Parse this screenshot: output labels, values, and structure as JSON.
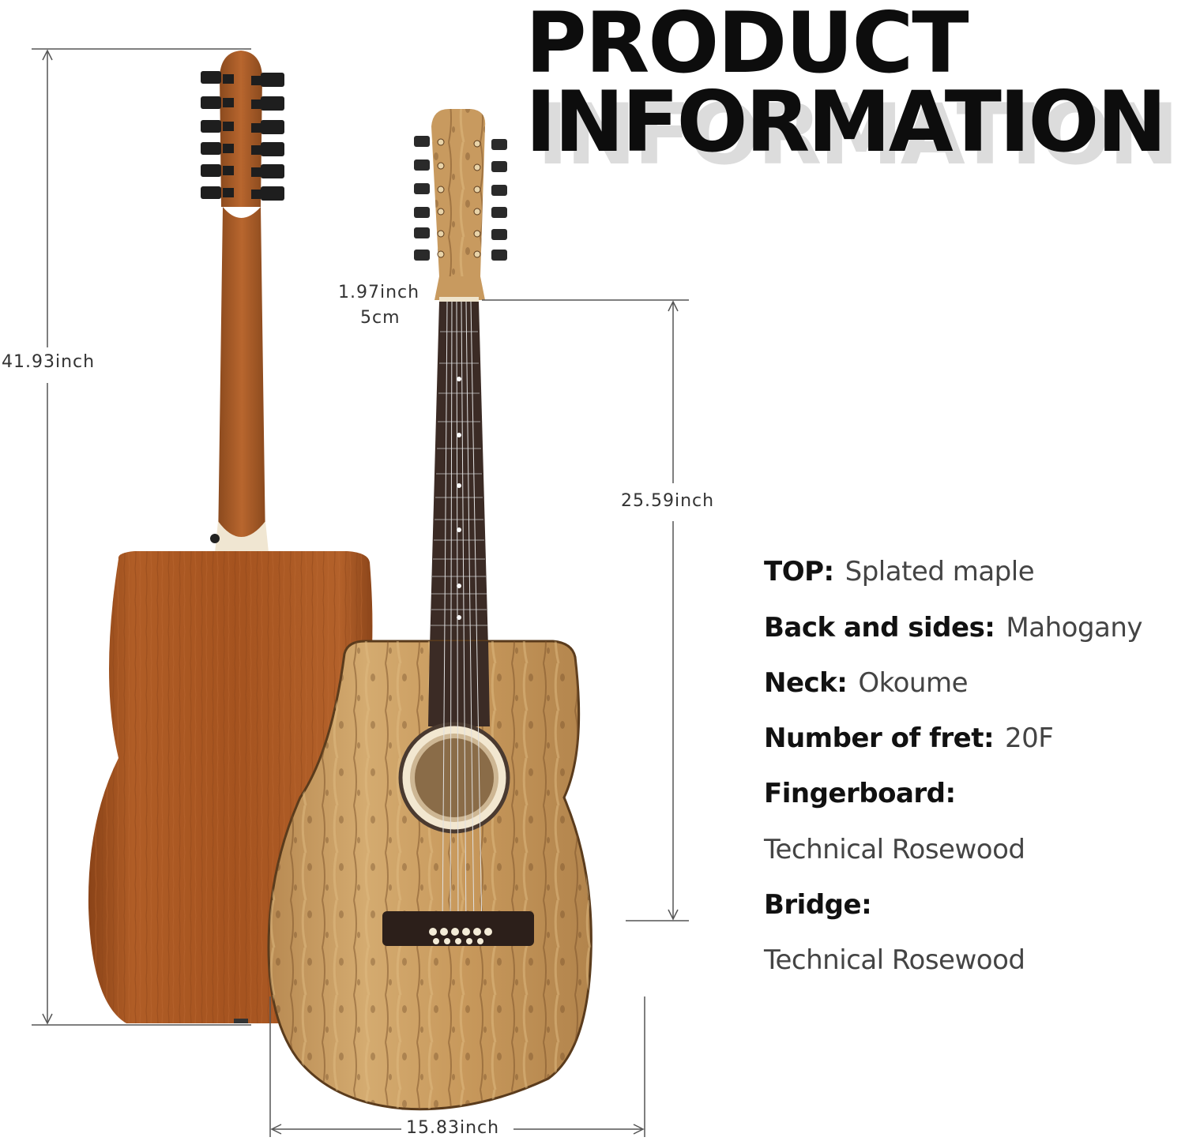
{
  "header": {
    "title_line1": "PRODUCT",
    "title_line2": "INFORMATION"
  },
  "dimensions": {
    "total_length": "41.93inch",
    "nut_width": "1.97inch",
    "nut_width_metric": "5cm",
    "scale_length": "25.59inch",
    "body_width": "15.83inch"
  },
  "specs": [
    {
      "label": "TOP:",
      "value": "Splated maple"
    },
    {
      "label": "Back and sides:",
      "value": "Mahogany"
    },
    {
      "label": "Neck:",
      "value": "Okoume"
    },
    {
      "label": "Number of fret:",
      "value": "20F"
    },
    {
      "label": "Fingerboard:",
      "value": ""
    },
    {
      "label": "",
      "value": "Technical Rosewood"
    },
    {
      "label": "Bridge:",
      "value": ""
    },
    {
      "label": "",
      "value": "Technical Rosewood"
    }
  ],
  "colors": {
    "mahogany": "#a2521f",
    "mahogany_dark": "#7c3a14",
    "maple": "#c79a5d",
    "maple_dark": "#8a5f30",
    "fingerboard": "#3b2b25",
    "tuner": "#1e1e1e",
    "dimension_line": "#555555"
  }
}
